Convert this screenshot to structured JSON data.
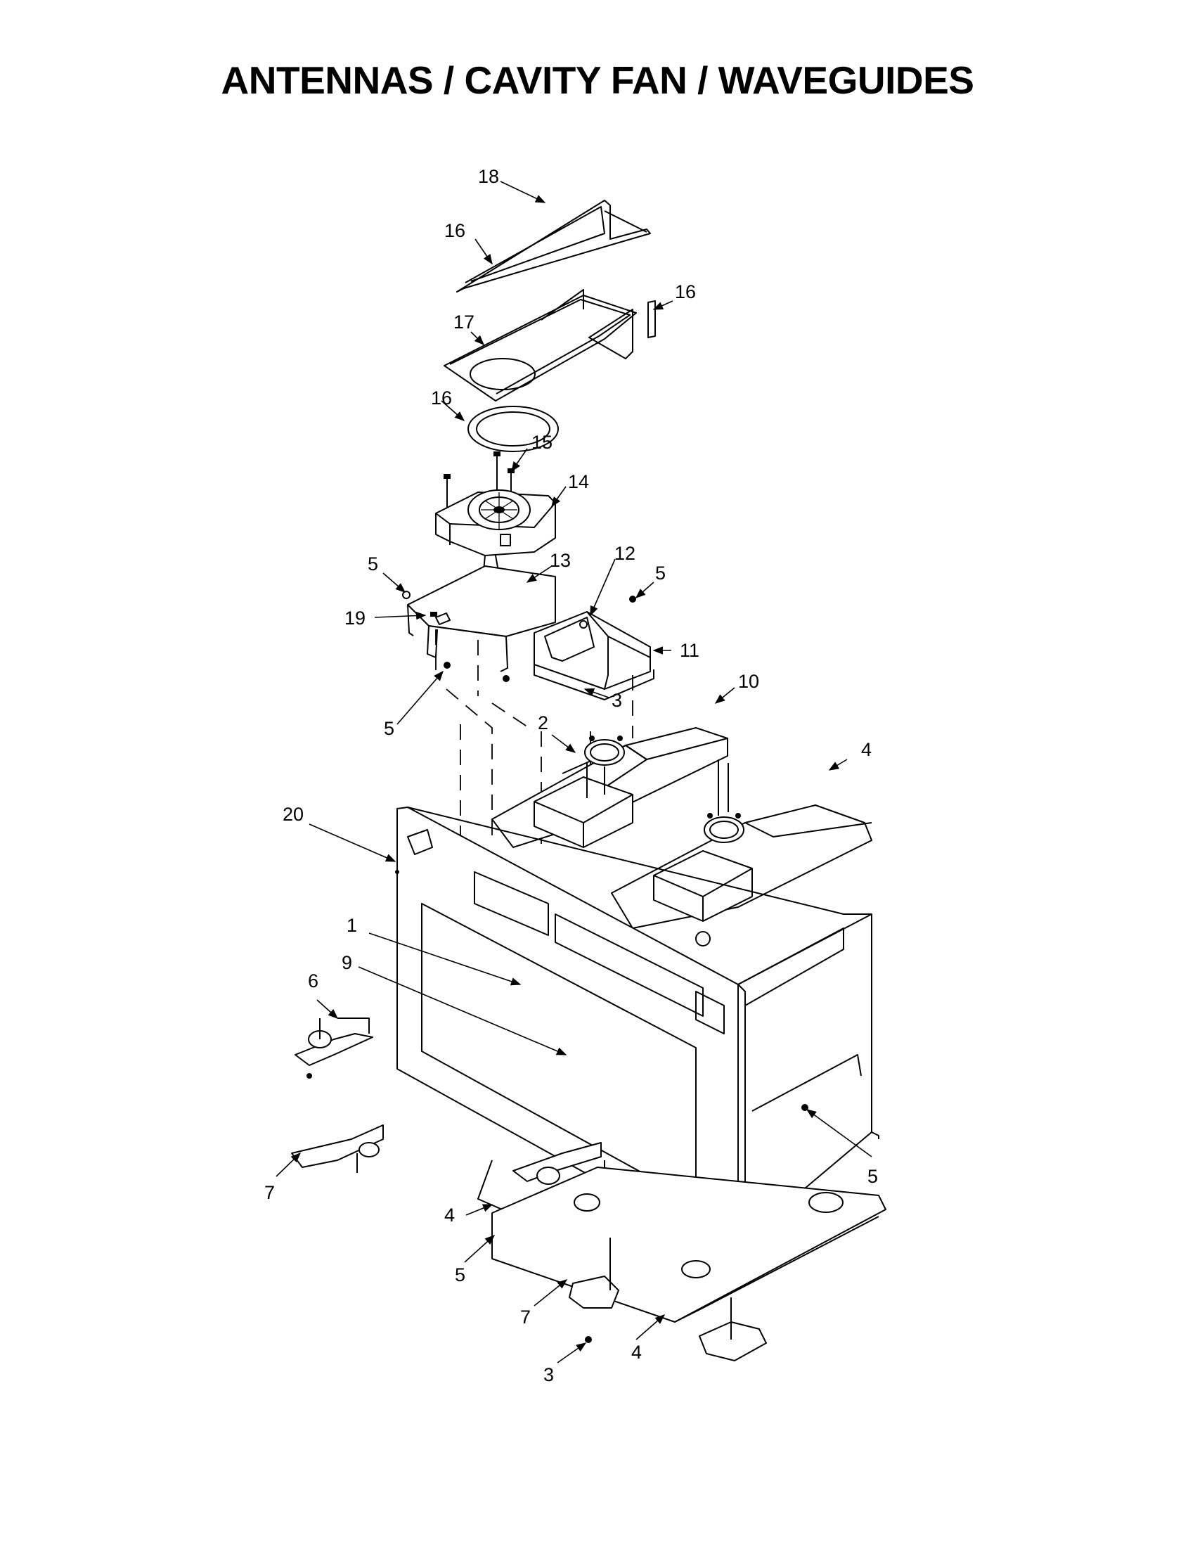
{
  "title": "ANTENNAS / CAVITY FAN / WAVEGUIDES",
  "callouts": [
    "18",
    "16",
    "16",
    "17",
    "16",
    "15",
    "14",
    "13",
    "12",
    "5",
    "5",
    "19",
    "11",
    "5",
    "3",
    "10",
    "2",
    "4",
    "20",
    "1",
    "9",
    "6",
    "5",
    "7",
    "4",
    "5",
    "7",
    "3",
    "4"
  ]
}
